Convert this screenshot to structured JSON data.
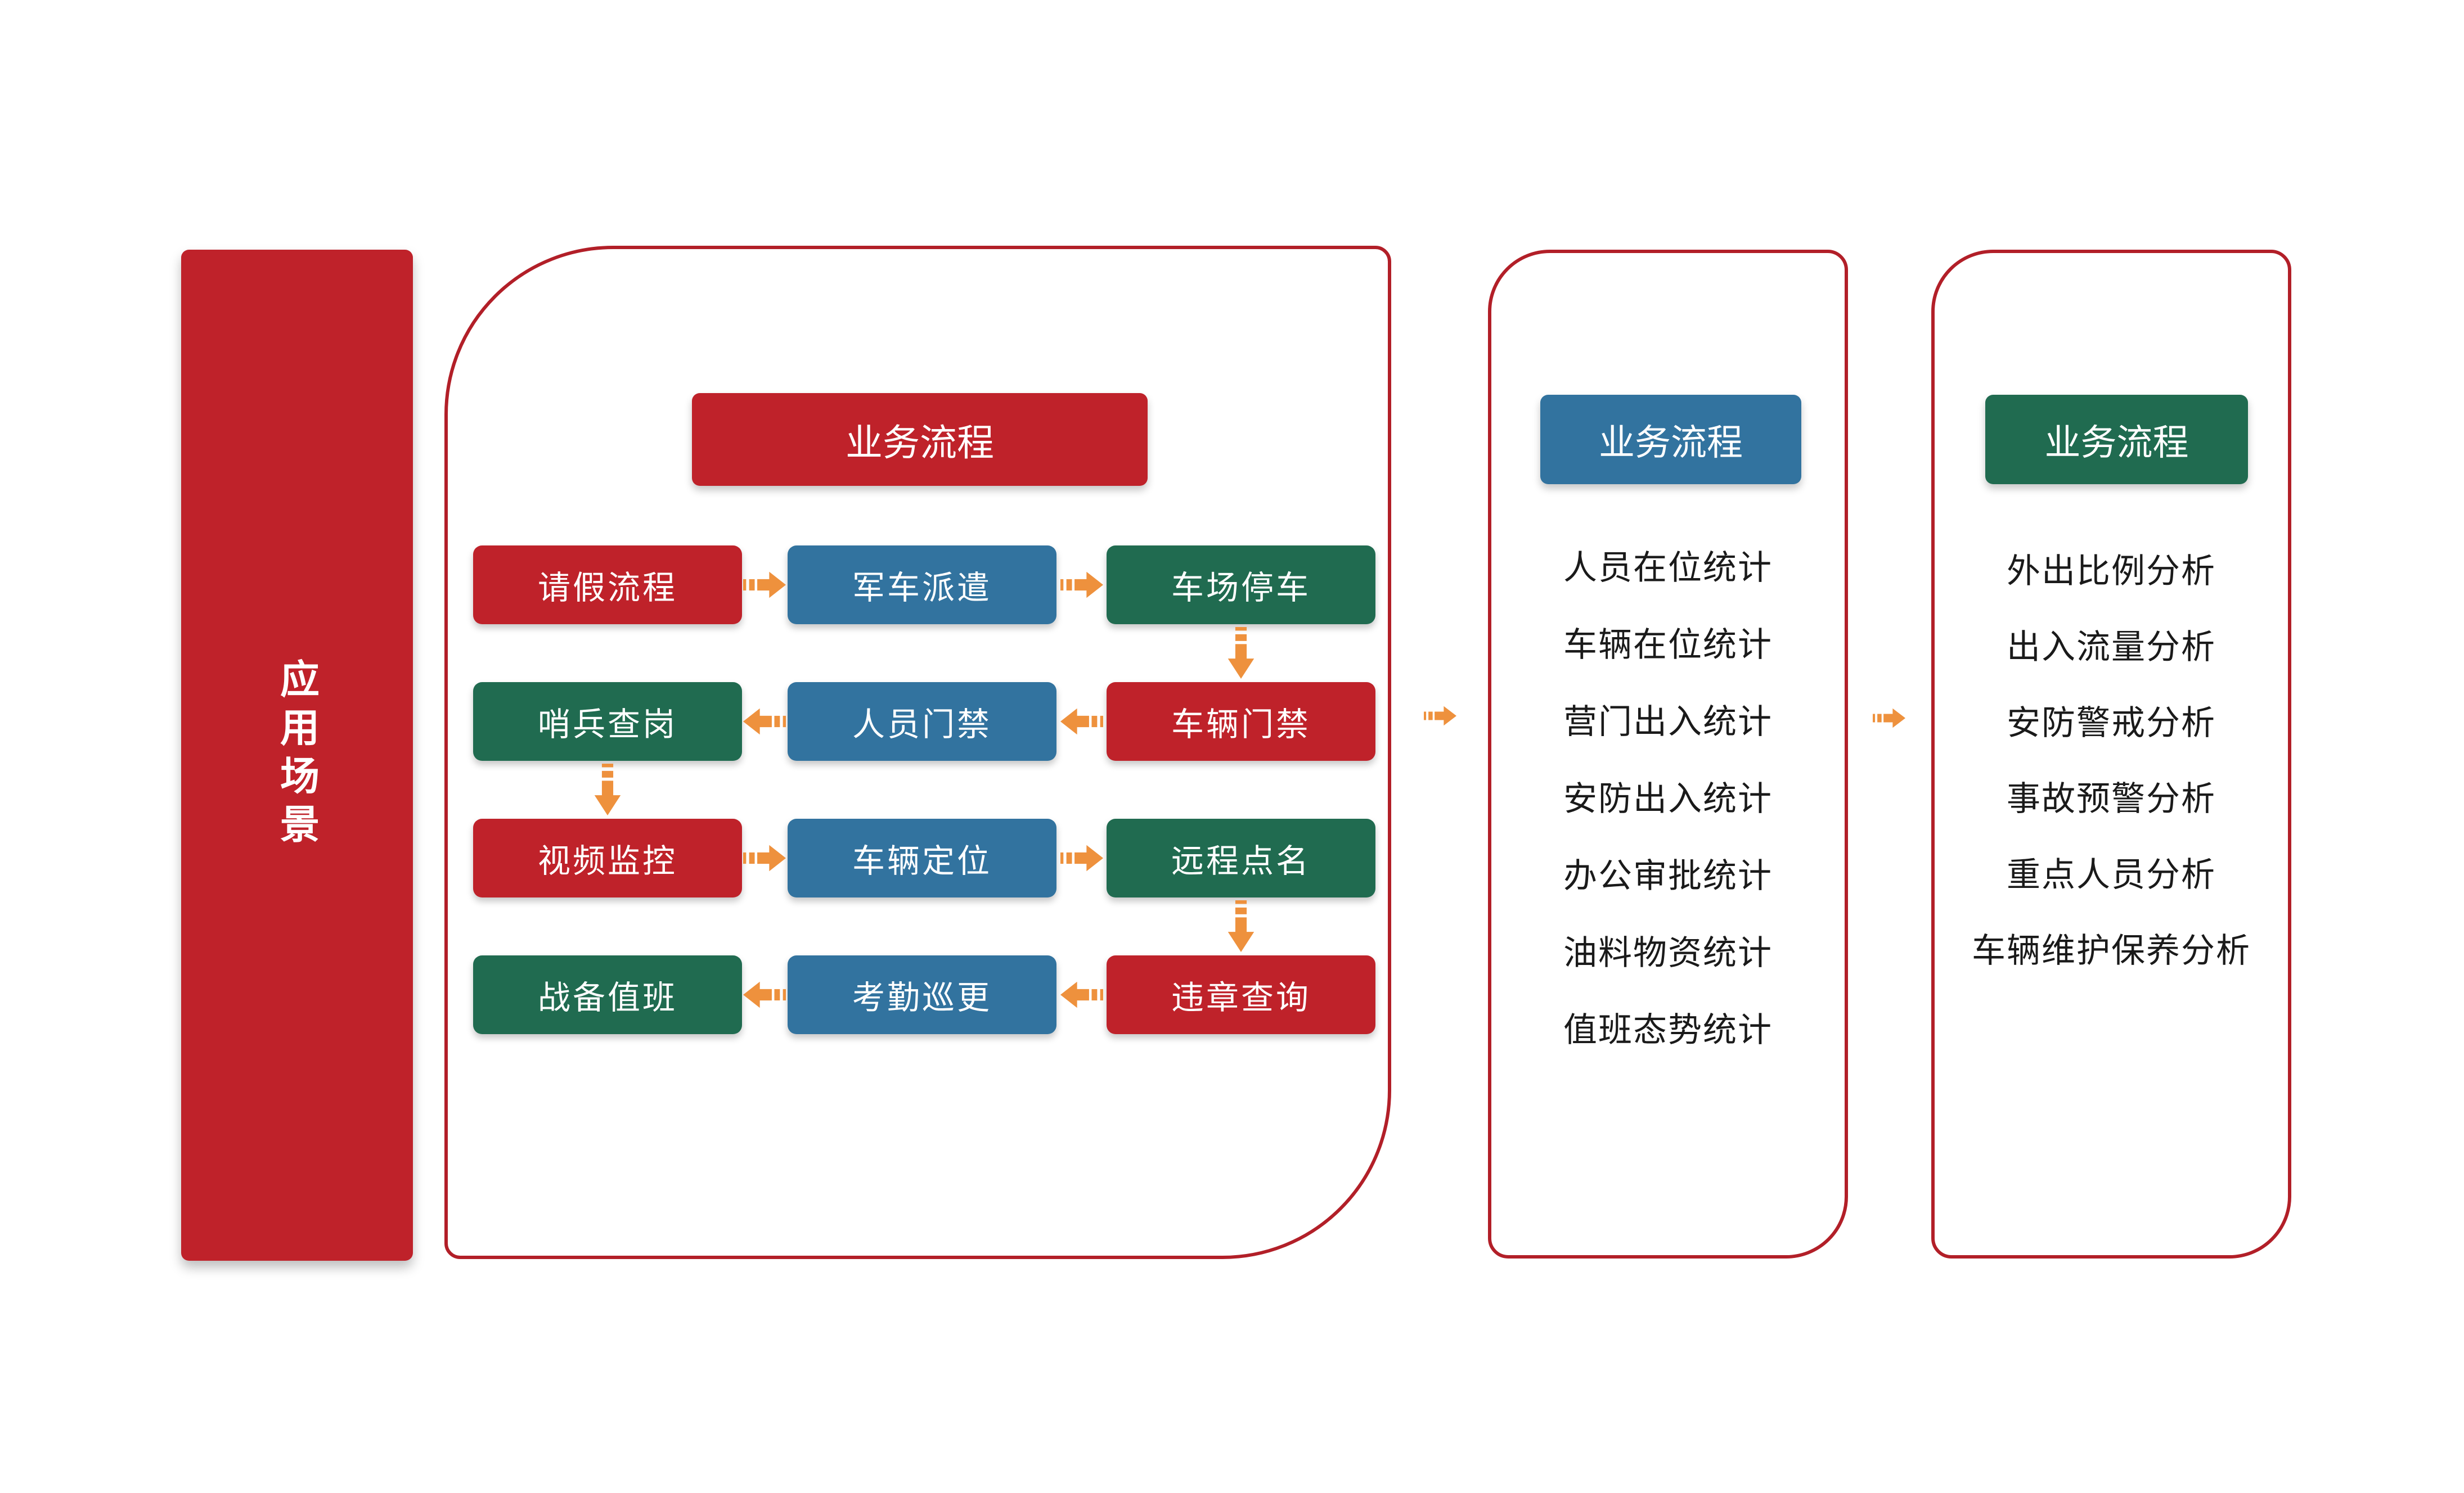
{
  "page": {
    "background": "#FFFFFF"
  },
  "colors": {
    "red": "#BF222A",
    "blue": "#32739F",
    "green": "#206B50",
    "orange": "#EE913D",
    "panel_border": "#B21F28",
    "text_dark": "#1A1A1A",
    "text_light": "#FFFFFF"
  },
  "icons": {
    "striped-arrow-right": "⇨",
    "striped-arrow-left": "⇦",
    "striped-arrow-down": "⇩"
  },
  "sidebar_banner": {
    "title": "应用场景"
  },
  "flow_panel": {
    "header": "业务流程",
    "rows": [
      {
        "arrow_direction": "right",
        "boxes": [
          {
            "label": "请假流程",
            "variant": "red"
          },
          {
            "label": "军车派遣",
            "variant": "blue"
          },
          {
            "label": "车场停车",
            "variant": "green"
          }
        ]
      },
      {
        "arrow_direction": "left",
        "boxes": [
          {
            "label": "哨兵查岗",
            "variant": "green"
          },
          {
            "label": "人员门禁",
            "variant": "blue"
          },
          {
            "label": "车辆门禁",
            "variant": "red"
          }
        ]
      },
      {
        "arrow_direction": "right",
        "boxes": [
          {
            "label": "视频监控",
            "variant": "red"
          },
          {
            "label": "车辆定位",
            "variant": "blue"
          },
          {
            "label": "远程点名",
            "variant": "green"
          }
        ]
      },
      {
        "arrow_direction": "left",
        "boxes": [
          {
            "label": "战备值班",
            "variant": "green"
          },
          {
            "label": "考勤巡更",
            "variant": "blue"
          },
          {
            "label": "违章查询",
            "variant": "red"
          }
        ]
      }
    ]
  },
  "stats_panel": {
    "header": "业务流程",
    "items": [
      "人员在位统计",
      "车辆在位统计",
      "营门出入统计",
      "安防出入统计",
      "办公审批统计",
      "油料物资统计",
      "值班态势统计"
    ]
  },
  "analysis_panel": {
    "header": "业务流程",
    "items": [
      "外出比例分析",
      "出入流量分析",
      "安防警戒分析",
      "事故预警分析",
      "重点人员分析",
      "车辆维护保养分析"
    ]
  }
}
